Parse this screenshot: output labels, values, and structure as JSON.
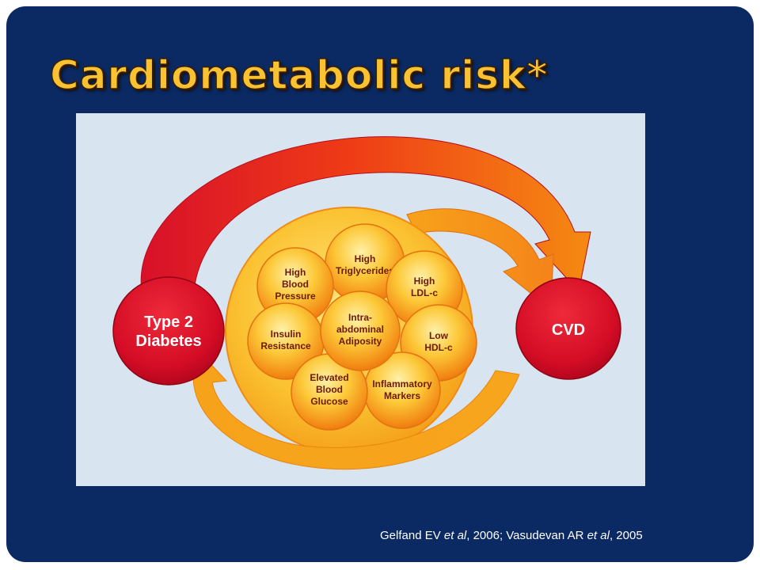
{
  "slide": {
    "title": "Cardiometabolic risk*",
    "citation": {
      "part1": "Gelfand EV ",
      "etal1": "et al",
      "part2": ", 2006; Vasudevan AR ",
      "etal2": "et al",
      "part3": ", 2005"
    }
  },
  "diagram": {
    "source_node": {
      "lines": [
        "Type 2",
        "Diabetes"
      ]
    },
    "target_node": {
      "lines": [
        "CVD"
      ]
    },
    "risk_factors": [
      {
        "id": "high-triglycerides",
        "lines": [
          "High",
          "Triglycerides"
        ]
      },
      {
        "id": "high-blood-pressure",
        "lines": [
          "High",
          "Blood",
          "Pressure"
        ]
      },
      {
        "id": "high-ldl-c",
        "lines": [
          "High",
          "LDL-c"
        ]
      },
      {
        "id": "intra-abdominal-adiposity",
        "lines": [
          "Intra-",
          "abdominal",
          "Adiposity"
        ]
      },
      {
        "id": "insulin-resistance",
        "lines": [
          "Insulin",
          "Resistance"
        ]
      },
      {
        "id": "low-hdl-c",
        "lines": [
          "Low",
          "HDL-c"
        ]
      },
      {
        "id": "elevated-blood-glucose",
        "lines": [
          "Elevated",
          "Blood",
          "Glucose"
        ]
      },
      {
        "id": "inflammatory-markers",
        "lines": [
          "Inflammatory",
          "Markers"
        ]
      }
    ],
    "colors": {
      "slide_background": "#0b2a63",
      "title": "#f9c232",
      "figure_background": "#d8e4ef",
      "node_red": "#d8102b",
      "arrow_orange": "#f47a12",
      "sphere_yellow": "#fbd040"
    }
  }
}
